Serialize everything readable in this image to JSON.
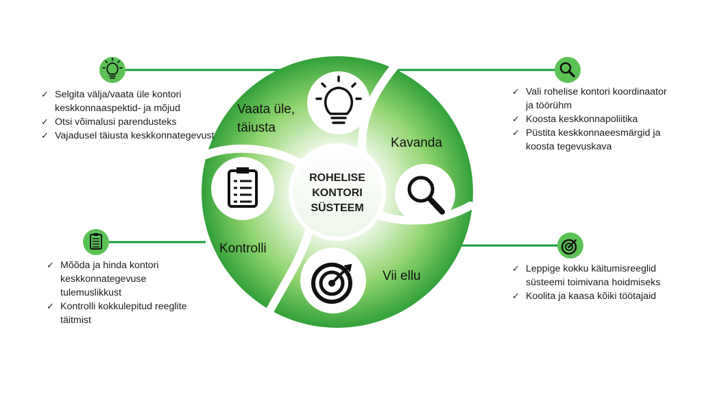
{
  "center": {
    "lines": [
      "ROHELISE",
      "KONTORI",
      "SÜSTEEM"
    ]
  },
  "segments": {
    "review": {
      "line1": "Vaata üle,",
      "line2": "täiusta",
      "icon": "lightbulb-icon"
    },
    "plan": {
      "label": "Kavanda",
      "icon": "magnifier-icon"
    },
    "do": {
      "label": "Vii ellu",
      "icon": "target-icon"
    },
    "check": {
      "label": "Kontrolli",
      "icon": "clipboard-checklist-icon"
    }
  },
  "lists": {
    "top_left": [
      "Selgita välja/vaata üle kontori keskkonnaaspektid- ja mõjud",
      "Otsi võimalusi parendusteks",
      "Vajadusel täiusta keskkonnategevust"
    ],
    "top_right": [
      "Vali rohelise kontori koordinaator ja töörühm",
      "Koosta keskkonnapoliitika",
      "Püstita keskkonnaeesmärgid ja koosta tegevuskava"
    ],
    "bottom_left": [
      "Mõõda ja hinda kontori keskkonnategevuse tulemuslikkust",
      "Kontrolli kokkulepitud reeglite täitmist"
    ],
    "bottom_right": [
      "Leppige kokku käitumisreeglid süsteemi toimivana hoidmiseks",
      "Koolita ja kaasa kõiki töötajaid"
    ]
  },
  "colors": {
    "green_dark": "#2e9e38",
    "green_light": "#a8dd8a",
    "connector": "#1a9a3a",
    "badge": "#5cc155"
  }
}
